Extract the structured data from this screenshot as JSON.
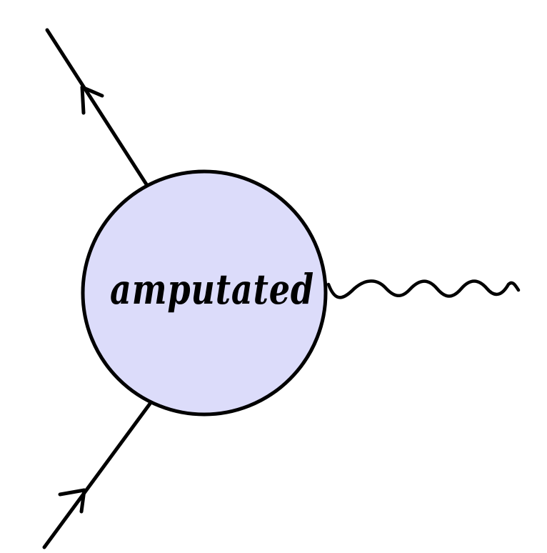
{
  "diagram": {
    "vertex_label": "amputated",
    "colors": {
      "ink": "#000000",
      "vertex_fill": "#dcdcfa",
      "background": "#ffffff"
    },
    "elements": {
      "outgoing_fermion": "fermion-line",
      "incoming_fermion": "fermion-line",
      "photon": "wavy-line",
      "vertex": "circle"
    }
  }
}
